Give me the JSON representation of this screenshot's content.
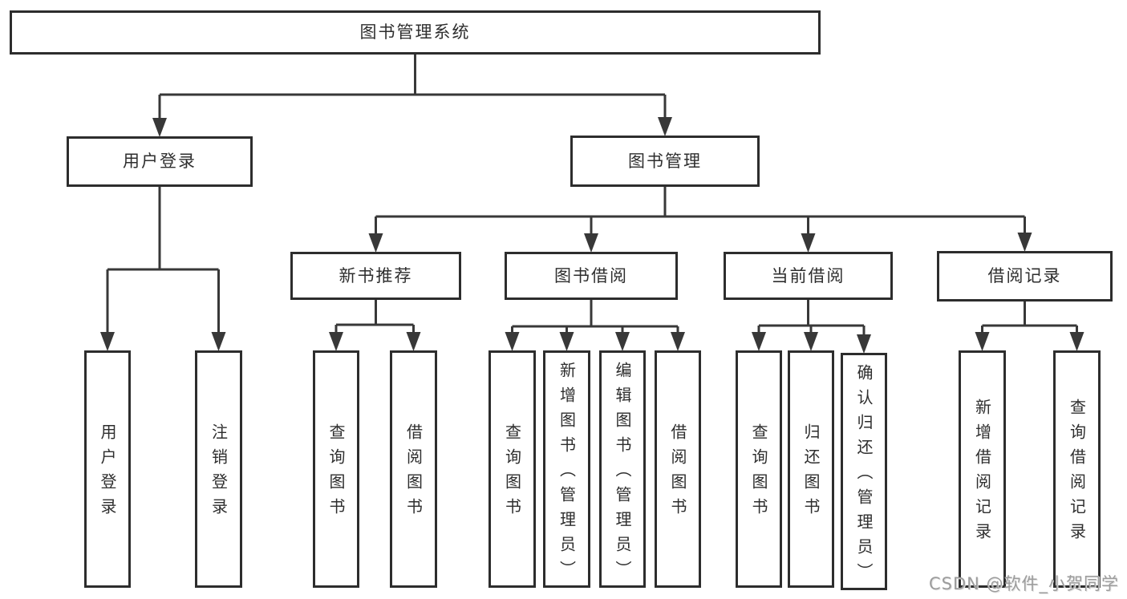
{
  "diagram": {
    "type": "hierarchy-tree",
    "title": "图书管理系统",
    "watermark": "CSDN @软件_小贺同学",
    "colors": {
      "line": "#383838",
      "box_border": "#2d2d2d",
      "text": "#2e2e2e",
      "background": "#ffffff",
      "watermark": "#9c9c9c"
    },
    "nodes": [
      {
        "id": "root",
        "label": "图书管理系统"
      },
      {
        "id": "user-login",
        "label": "用户登录"
      },
      {
        "id": "book-mgmt",
        "label": "图书管理"
      },
      {
        "id": "new-book-rec",
        "label": "新书推荐"
      },
      {
        "id": "book-borrow",
        "label": "图书借阅"
      },
      {
        "id": "current-borrow",
        "label": "当前借阅"
      },
      {
        "id": "borrow-records",
        "label": "借阅记录"
      },
      {
        "id": "leaf-user-login",
        "label": "用户登录"
      },
      {
        "id": "leaf-logout",
        "label": "注销登录"
      },
      {
        "id": "leaf-query-book-a",
        "label": "查询图书"
      },
      {
        "id": "leaf-borrow-book-a",
        "label": "借阅图书"
      },
      {
        "id": "leaf-query-book-b",
        "label": "查询图书"
      },
      {
        "id": "leaf-add-book",
        "label": "新增图书（管理员）"
      },
      {
        "id": "leaf-edit-book",
        "label": "编辑图书（管理员）"
      },
      {
        "id": "leaf-borrow-book-b",
        "label": "借阅图书"
      },
      {
        "id": "leaf-query-book-c",
        "label": "查询图书"
      },
      {
        "id": "leaf-return-book",
        "label": "归还图书"
      },
      {
        "id": "leaf-confirm-return",
        "label": "确认归还（管理员）"
      },
      {
        "id": "leaf-add-record",
        "label": "新增借阅记录"
      },
      {
        "id": "leaf-query-record",
        "label": "查询借阅记录"
      }
    ],
    "edges": [
      {
        "from": "root",
        "to": [
          "user-login",
          "book-mgmt"
        ]
      },
      {
        "from": "user-login",
        "to": [
          "leaf-user-login",
          "leaf-logout"
        ]
      },
      {
        "from": "book-mgmt",
        "to": [
          "new-book-rec",
          "book-borrow",
          "current-borrow",
          "borrow-records"
        ]
      },
      {
        "from": "new-book-rec",
        "to": [
          "leaf-query-book-a",
          "leaf-borrow-book-a"
        ]
      },
      {
        "from": "book-borrow",
        "to": [
          "leaf-query-book-b",
          "leaf-add-book",
          "leaf-edit-book",
          "leaf-borrow-book-b"
        ]
      },
      {
        "from": "current-borrow",
        "to": [
          "leaf-query-book-c",
          "leaf-return-book",
          "leaf-confirm-return"
        ]
      },
      {
        "from": "borrow-records",
        "to": [
          "leaf-add-record",
          "leaf-query-record"
        ]
      }
    ]
  }
}
